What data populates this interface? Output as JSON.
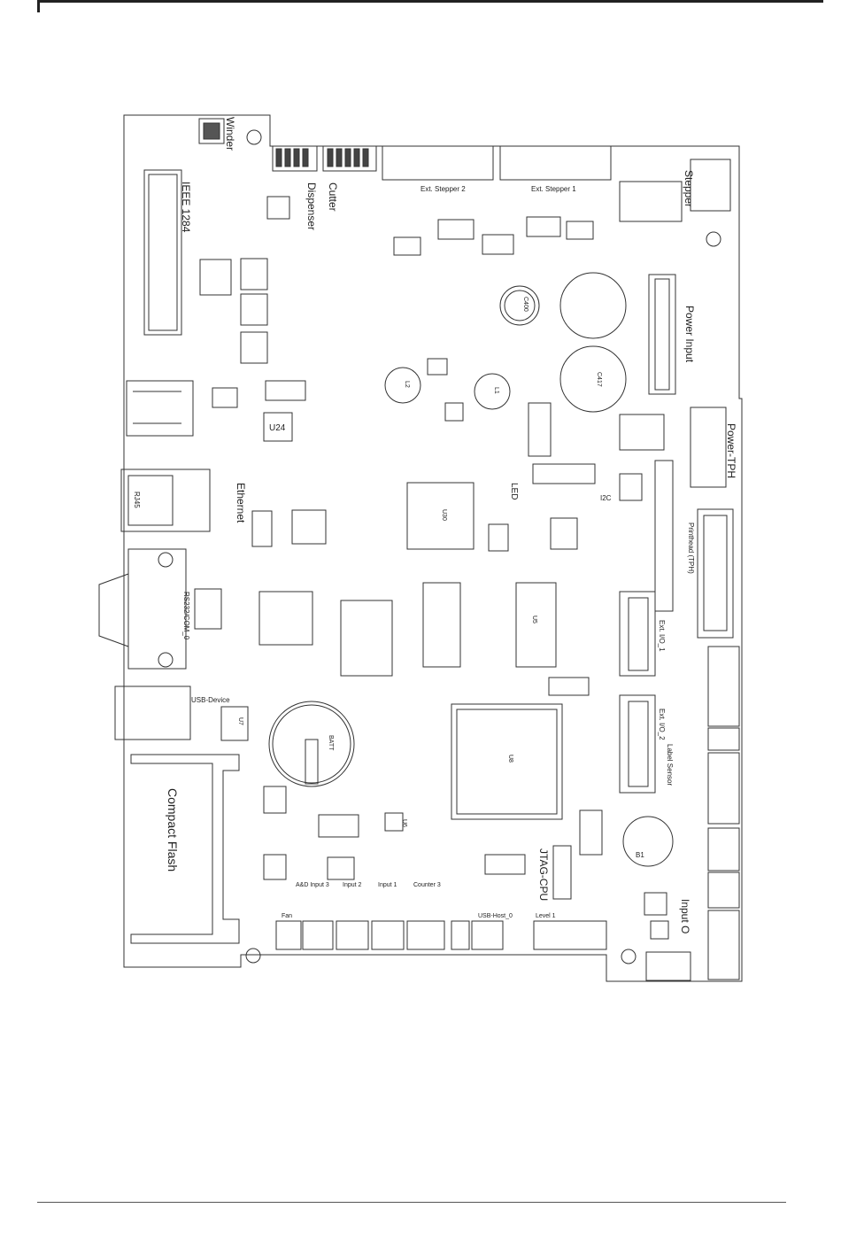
{
  "labels": {
    "winder": "Winder",
    "dispenser": "Dispenser",
    "cutter": "Cutter",
    "ext_stepper_2": "Ext. Stepper 2",
    "ext_stepper_1": "Ext. Stepper 1",
    "stepper": "Stepper",
    "ieee1284": "IEEE 1284",
    "power_input": "Power Input",
    "power_tph": "Power-TPH",
    "ethernet": "Ethernet",
    "rj45": "RJ45",
    "rs232": "RS232/COM_0",
    "usb_device": "USB-Device",
    "compact_flash": "Compact Flash",
    "jtag_cpu": "JTAG-CPU",
    "input_o": "Input O",
    "led": "LED",
    "i2c": "I2C",
    "ext_io_1": "Ext. I/O_1",
    "ext_io_2": "Ext. I/O_2",
    "label_sensor": "Label Sensor",
    "printhead_tph": "Printhead (TPH)",
    "fan": "Fan",
    "ad_input_3": "A&D Input 3",
    "input_2": "Input 2",
    "input_1": "Input 1",
    "counter_3": "Counter 3",
    "usb_host": "USB-Host_0",
    "level_1": "Level 1",
    "b1": "B1",
    "batt": "BATT"
  },
  "chips": {
    "u24": "U24",
    "u30": "U30",
    "u8": "U8",
    "u5": "U5",
    "u6": "U6",
    "u7": "U7",
    "l1": "L1",
    "l2": "L2",
    "c417": "C417",
    "c400": "C400"
  }
}
